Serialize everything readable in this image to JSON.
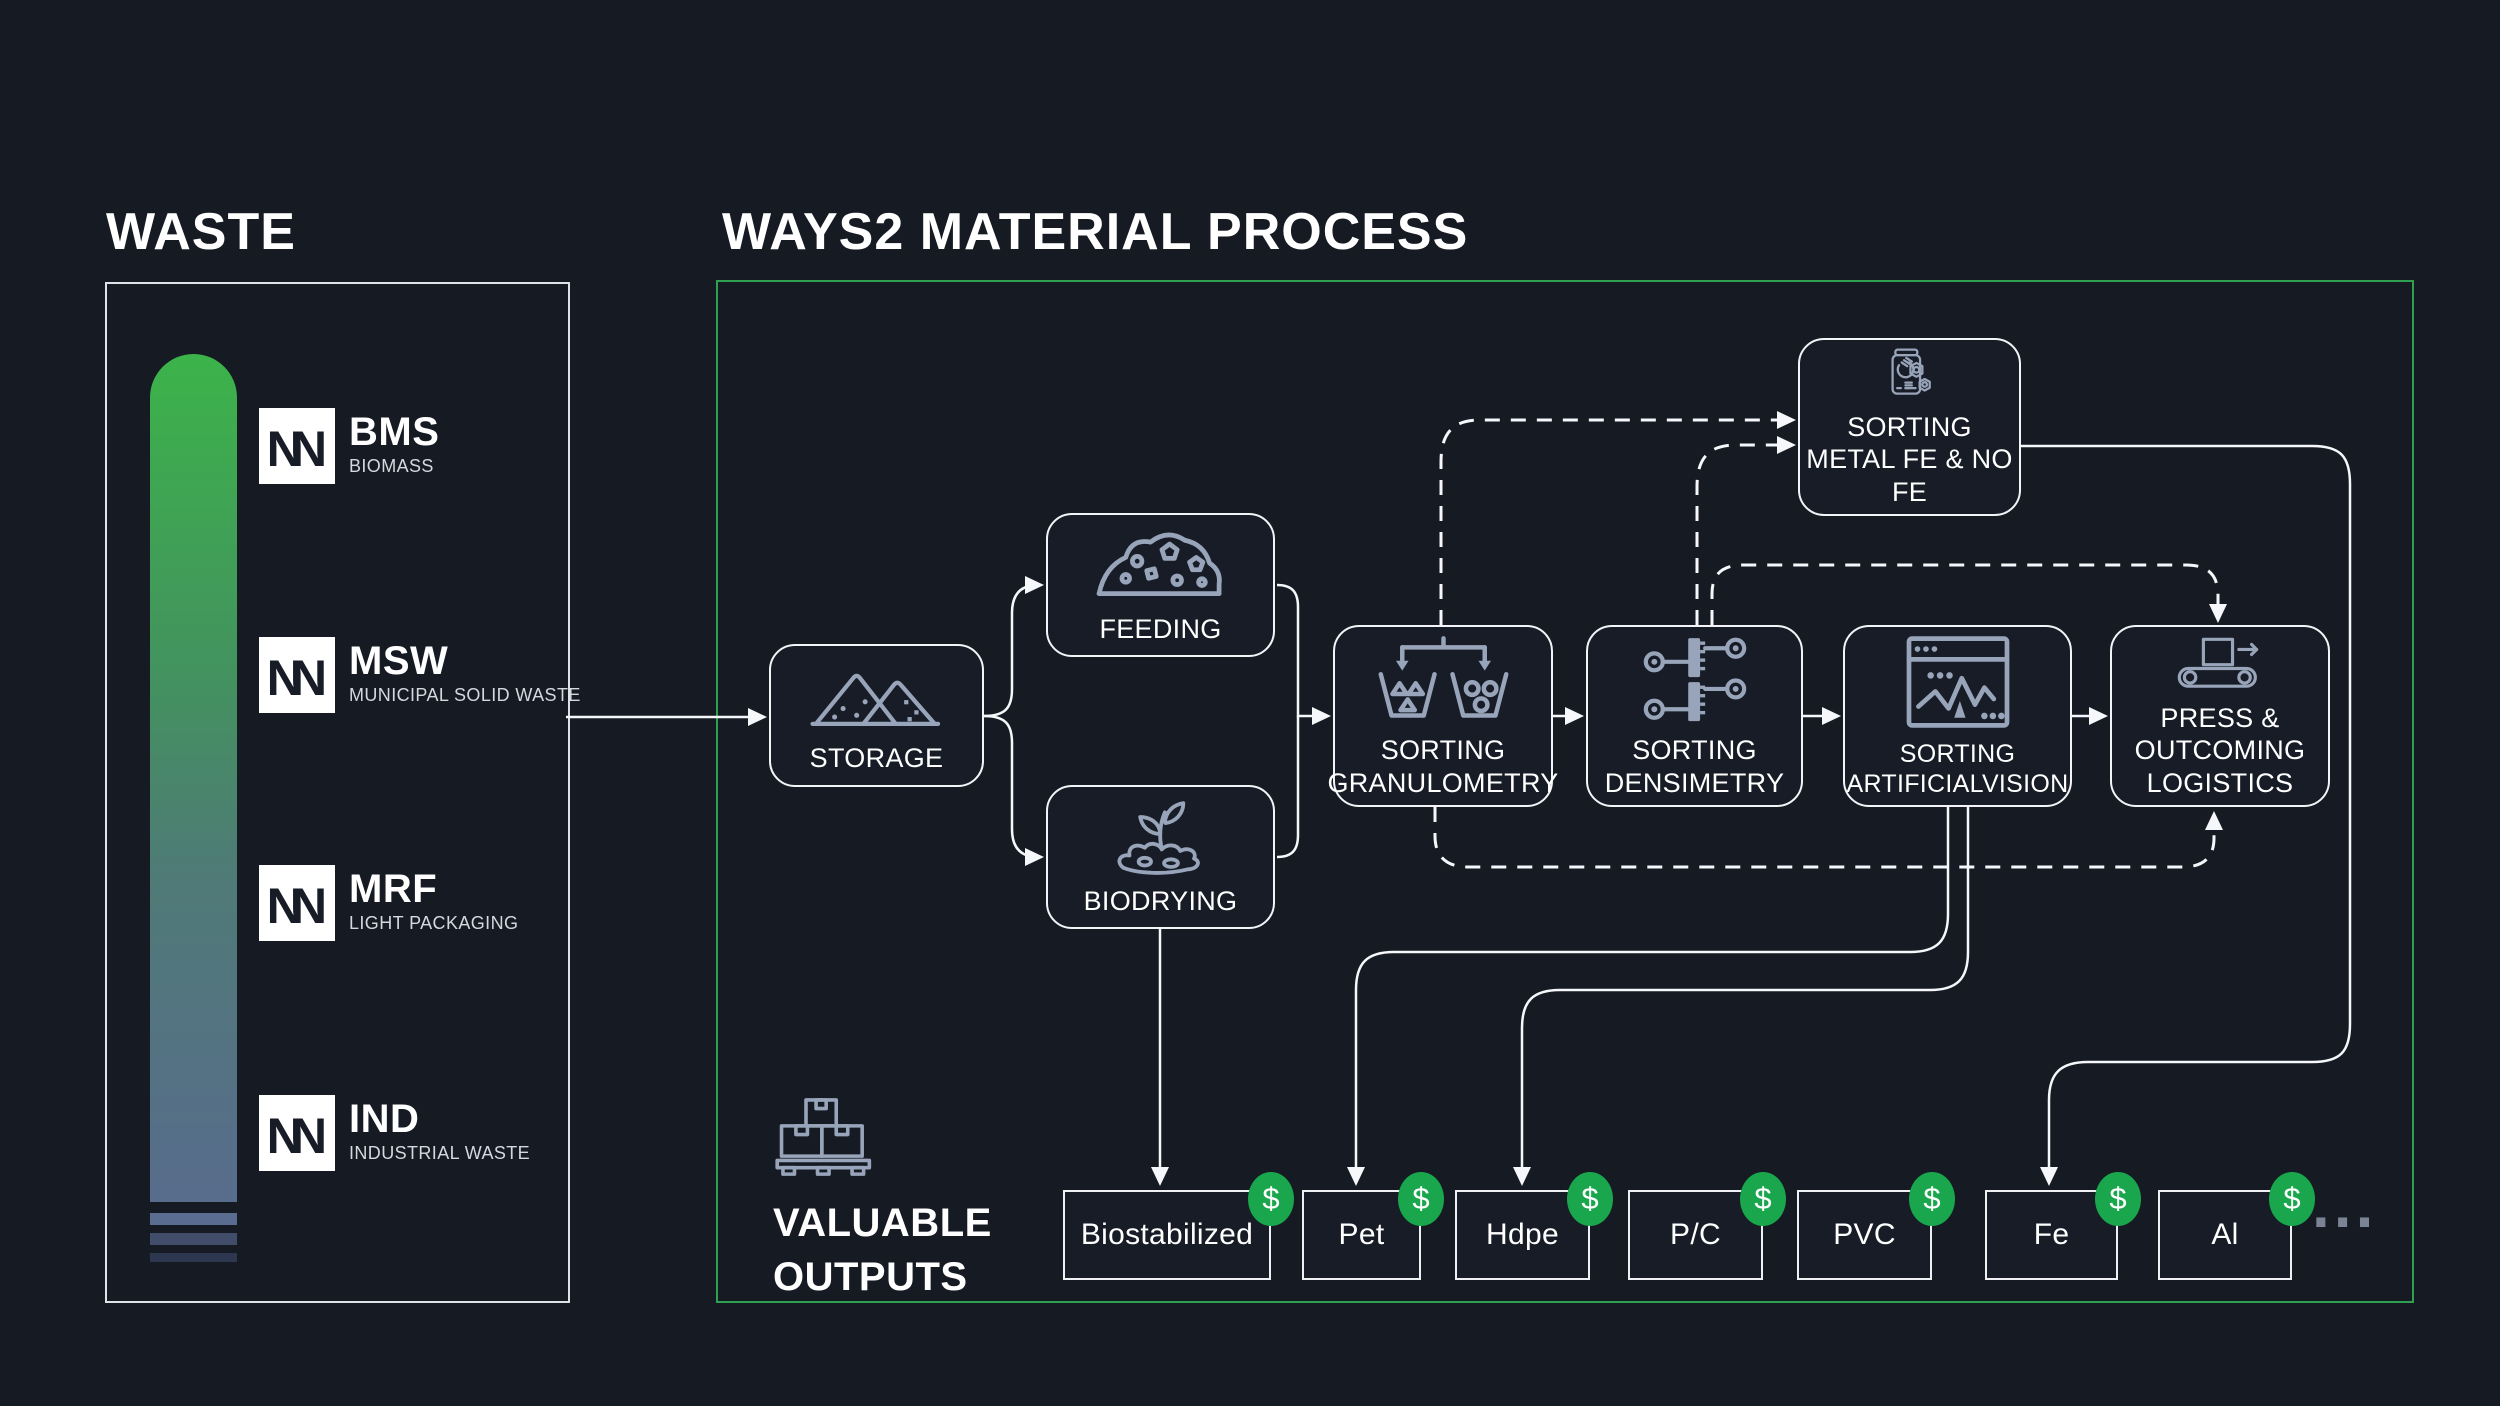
{
  "page": {
    "bg_color": "#151a23",
    "accent_green": "#2f9f50",
    "badge_green": "#1aa64d",
    "icon_color": "#98a4b9"
  },
  "waste_panel": {
    "title": "WASTE",
    "logo_letter": "N",
    "items": [
      {
        "code": "BMS",
        "name": "BIOMASS"
      },
      {
        "code": "MSW",
        "name": "MUNICIPAL SOLID WASTE"
      },
      {
        "code": "MRF",
        "name": "LIGHT PACKAGING"
      },
      {
        "code": "IND",
        "name": "INDUSTRIAL WASTE"
      }
    ]
  },
  "process": {
    "title": "WAYS2 MATERIAL PROCESS",
    "nodes": {
      "storage": "STORAGE",
      "feeding": "FEEDING",
      "biodrying": "BIODRYING",
      "sorting_granulometry": "SORTING GRANULOMETRY",
      "sorting_densimetry": "SORTING DENSIMETRY",
      "sorting_artificialvision": "SORTING ARTIFICIALVISION",
      "sorting_metal": "SORTING METAL FE & NO FE",
      "press": "PRESS & OUTCOMING LOGISTICS"
    }
  },
  "outputs": {
    "label_line1": "VALUABLE",
    "label_line2": "OUTPUTS",
    "badge_symbol": "$",
    "ellipsis": "...",
    "items": [
      {
        "label": "Biostabilized"
      },
      {
        "label": "Pet"
      },
      {
        "label": "Hdpe"
      },
      {
        "label": "P/C"
      },
      {
        "label": "PVC"
      },
      {
        "label": "Fe"
      },
      {
        "label": "Al"
      }
    ]
  }
}
